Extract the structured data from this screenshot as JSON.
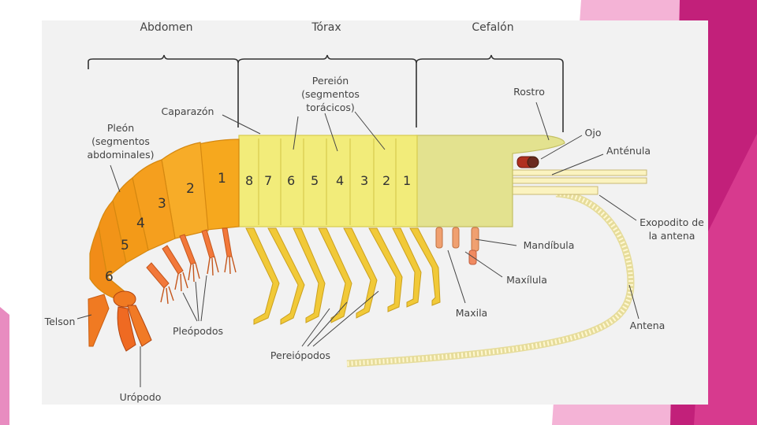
{
  "theme": {
    "accent": "#c2207a",
    "accent_light": "#e0489a",
    "accent_pale": "#f2a3cf"
  },
  "headers": {
    "abdomen": "Abdomen",
    "torax": "Tórax",
    "cefalon": "Cefalón"
  },
  "labels": {
    "pereion": [
      "Pereión",
      "(segmentos",
      "torácicos)"
    ],
    "caparazon": "Caparazón",
    "rostro": "Rostro",
    "pleon": [
      "Pleón",
      "(segmentos",
      "abdominales)"
    ],
    "ojo": "Ojo",
    "antenula": "Anténula",
    "exopodito": [
      "Exopodito de",
      "la antena"
    ],
    "mandibula": "Mandíbula",
    "maxilula": "Maxílula",
    "maxila": "Maxila",
    "antena": "Antena",
    "telson": "Telson",
    "pleopodos": "Pleópodos",
    "pereiopodos": "Pereiópodos",
    "uropodo": "Urópodo"
  },
  "abdominal_segments": [
    "1",
    "2",
    "3",
    "4",
    "5",
    "6"
  ],
  "thoracic_segments": [
    "8",
    "7",
    "6",
    "5",
    "4",
    "3",
    "2",
    "1"
  ]
}
